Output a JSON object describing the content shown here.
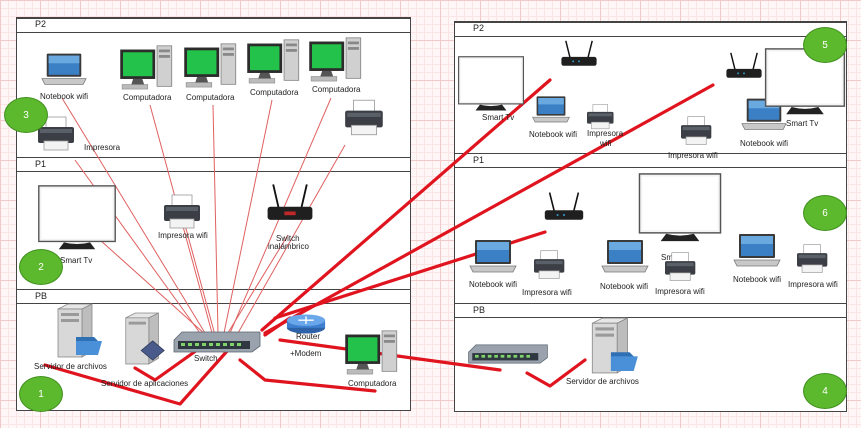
{
  "colors": {
    "link": "#e0141e",
    "thin_link": "#e06060",
    "badge": "#5cb82c",
    "screen": "#23c24a"
  },
  "left": {
    "floors": {
      "p2": "P2",
      "p1": "P1",
      "pb": "PB"
    },
    "p2": {
      "notebook": "Notebook wifi",
      "pc1": "Computadora",
      "pc2": "Computadora",
      "pc3": "Computadora",
      "pc4": "Computadora",
      "printer": "Impresora",
      "badge": "3"
    },
    "p1": {
      "tv": "Smart Tv",
      "printer": "Impresora wifi",
      "switch_line1": "Switch",
      "switch_line2": "inalámbrico",
      "badge": "2"
    },
    "pb": {
      "file_server": "Servidor de archivos",
      "app_server": "Servidor de aplicaciones",
      "switch": "Switch",
      "router_line1": "Router",
      "router_line2": "+Modem",
      "pc": "Computadora",
      "badge": "1"
    }
  },
  "right": {
    "floors": {
      "p2": "P2",
      "p1": "P1",
      "pb": "PB"
    },
    "p2": {
      "tv1": "Smart Tv",
      "notebook1": "Notebook wifi",
      "printer1_line1": "Impresora",
      "printer1_line2": "wifi",
      "printer2": "Impresora wifi",
      "notebook2": "Notebook wifi",
      "tv2": "Smart Tv",
      "badge": "5"
    },
    "p1": {
      "notebook1": "Notebook wifi",
      "printer1": "Impresora wifi",
      "notebook2": "Notebook wifi",
      "printer2": "Impresora wifi",
      "notebook3": "Notebook wifi",
      "printer3": "Impresora wifi",
      "smart_fragment": "Sm",
      "badge": "6"
    },
    "pb": {
      "file_server": "Servidor de archivos",
      "badge": "4"
    }
  }
}
